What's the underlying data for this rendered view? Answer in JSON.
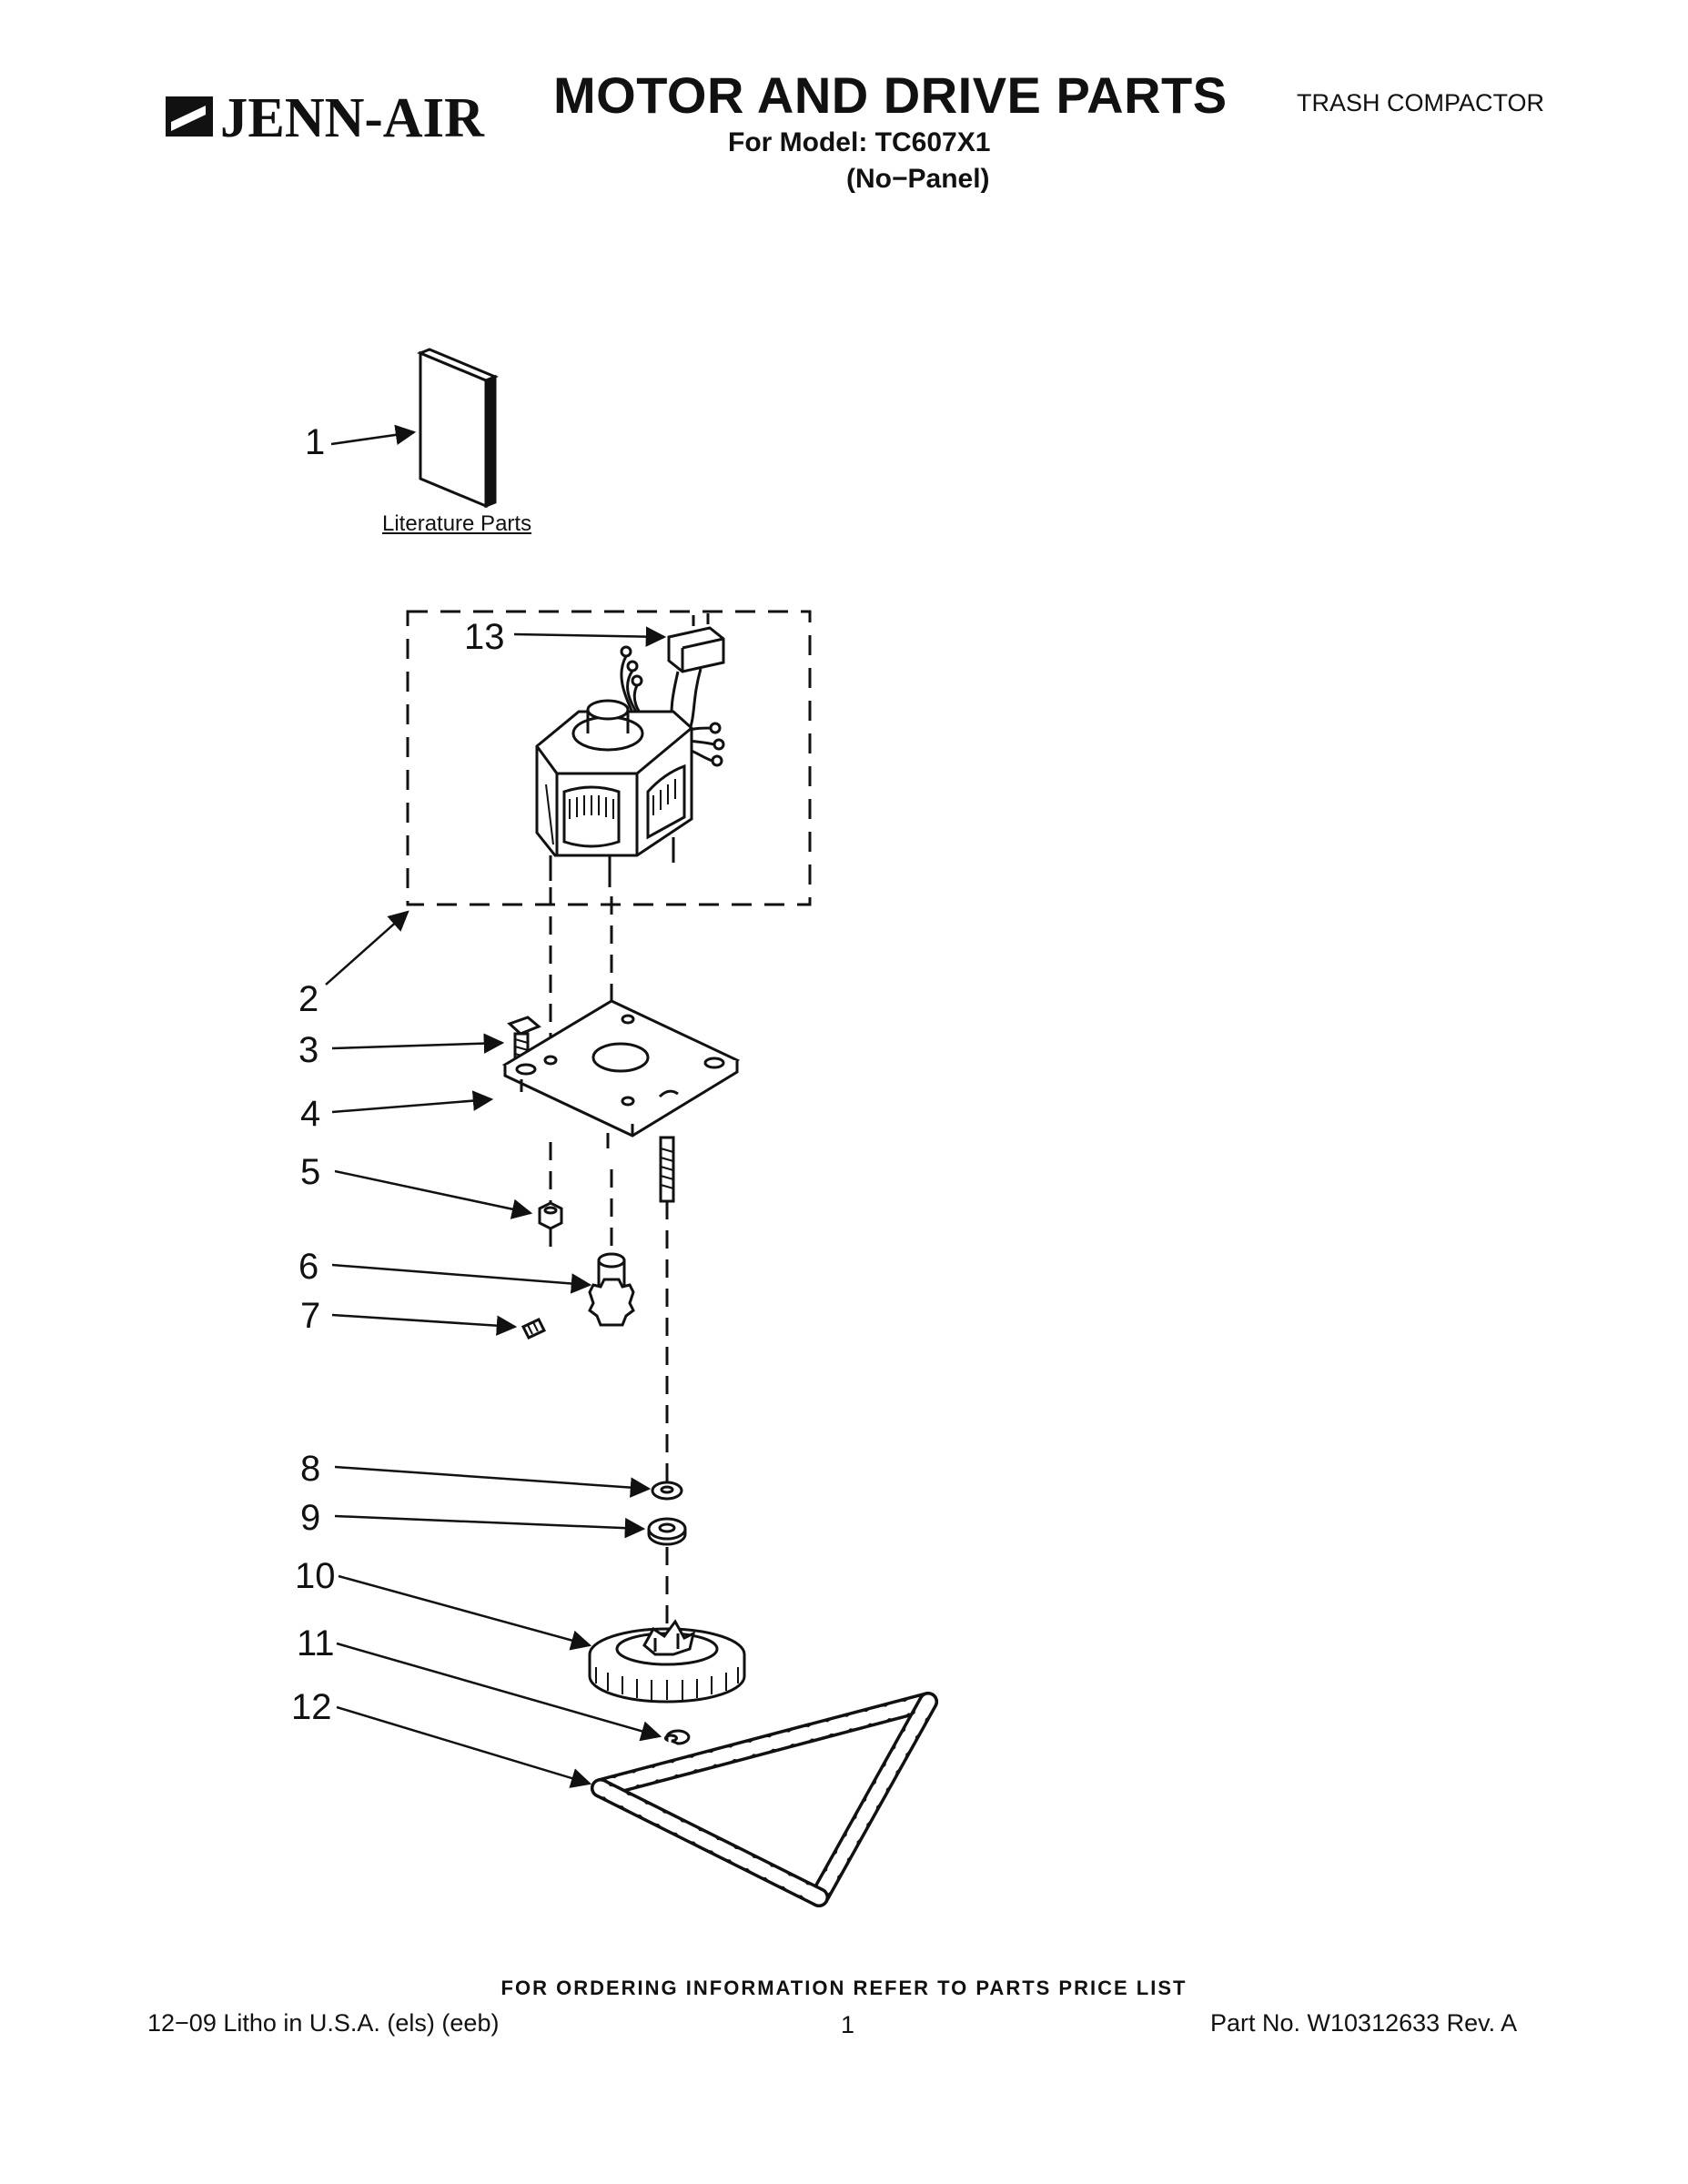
{
  "header": {
    "brand": "JENN-AIR",
    "title": "MOTOR AND DRIVE PARTS",
    "model_line": "For Model: TC607X1",
    "variant_line": "(No−Panel)",
    "category": "TRASH COMPACTOR"
  },
  "diagram": {
    "literature_label": "Literature Parts",
    "callouts": [
      "1",
      "2",
      "3",
      "4",
      "5",
      "6",
      "7",
      "8",
      "9",
      "10",
      "11",
      "12",
      "13"
    ]
  },
  "footer": {
    "ordering_note": "FOR ORDERING INFORMATION REFER TO PARTS PRICE LIST",
    "litho": "12−09 Litho in U.S.A. (els) (eeb)",
    "page": "1",
    "part_no": "Part No. W10312633 Rev. A"
  },
  "colors": {
    "ink": "#111111",
    "paper": "#ffffff"
  }
}
